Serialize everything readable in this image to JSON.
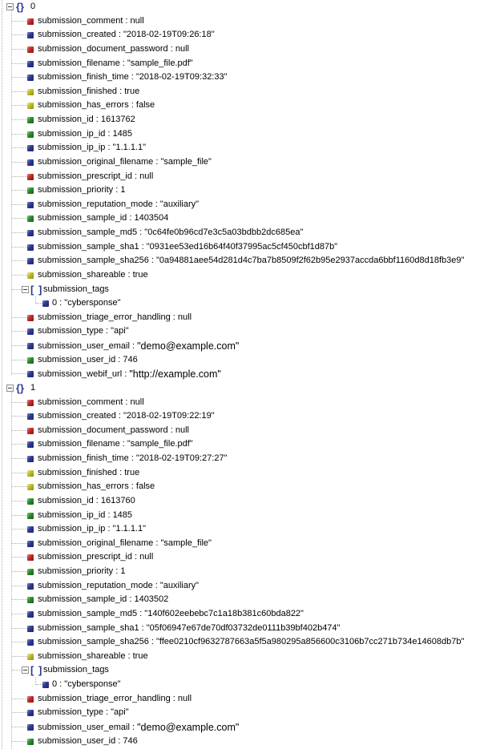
{
  "page": {
    "background": "#ffffff"
  },
  "colors": {
    "string_icon": "#2e3a92",
    "null_icon": "#c22a2a",
    "number_icon": "#2e8b2e",
    "boolean_icon": "#bdbd2a",
    "bracket_icon": "#2b3a8c",
    "tree_line": "#b0b0b0",
    "text": "#000000"
  },
  "icons": {
    "object": "{}",
    "array": "[ ]",
    "toggle": "minus-box"
  },
  "tree": {
    "separator": " : ",
    "nodes": [
      {
        "label": "0",
        "kind": "object",
        "entries": [
          {
            "key": "submission_comment",
            "type": "null",
            "value": "null"
          },
          {
            "key": "submission_created",
            "type": "string",
            "value": "\"2018-02-19T09:26:18\""
          },
          {
            "key": "submission_document_password",
            "type": "null",
            "value": "null"
          },
          {
            "key": "submission_filename",
            "type": "string",
            "value": "\"sample_file.pdf\""
          },
          {
            "key": "submission_finish_time",
            "type": "string",
            "value": "\"2018-02-19T09:32:33\""
          },
          {
            "key": "submission_finished",
            "type": "boolean",
            "value": "true"
          },
          {
            "key": "submission_has_errors",
            "type": "boolean",
            "value": "false"
          },
          {
            "key": "submission_id",
            "type": "number",
            "value": "1613762"
          },
          {
            "key": "submission_ip_id",
            "type": "number",
            "value": "1485"
          },
          {
            "key": "submission_ip_ip",
            "type": "string",
            "value": "\"1.1.1.1\""
          },
          {
            "key": "submission_original_filename",
            "type": "string",
            "value": "\"sample_file\""
          },
          {
            "key": "submission_prescript_id",
            "type": "null",
            "value": "null"
          },
          {
            "key": "submission_priority",
            "type": "number",
            "value": "1"
          },
          {
            "key": "submission_reputation_mode",
            "type": "string",
            "value": "\"auxiliary\""
          },
          {
            "key": "submission_sample_id",
            "type": "number",
            "value": "1403504"
          },
          {
            "key": "submission_sample_md5",
            "type": "string",
            "value": "\"0c64fe0b96cd7e3c5a03bdbb2dc685ea\""
          },
          {
            "key": "submission_sample_sha1",
            "type": "string",
            "value": "\"0931ee53ed16b64f40f37995ac5cf450cbf1d87b\""
          },
          {
            "key": "submission_sample_sha256",
            "type": "string",
            "value": "\"0a94881aee54d281d4c7ba7b8509f2f62b95e2937accda6bbf1160d8d18fb3e9\""
          },
          {
            "key": "submission_shareable",
            "type": "boolean",
            "value": "true"
          },
          {
            "key": "submission_tags",
            "type": "array",
            "children": [
              {
                "key": "0",
                "type": "string",
                "value": "\"cybersponse\""
              }
            ]
          },
          {
            "key": "submission_triage_error_handling",
            "type": "null",
            "value": "null"
          },
          {
            "key": "submission_type",
            "type": "string",
            "value": "\"api\""
          },
          {
            "key": "submission_user_email",
            "type": "string",
            "value": "\"demo@example.com\"",
            "edited": true
          },
          {
            "key": "submission_user_id",
            "type": "number",
            "value": "746"
          },
          {
            "key": "submission_webif_url",
            "type": "string",
            "value": "\"http://example.com\"",
            "edited": true
          }
        ]
      },
      {
        "label": "1",
        "kind": "object",
        "entries": [
          {
            "key": "submission_comment",
            "type": "null",
            "value": "null"
          },
          {
            "key": "submission_created",
            "type": "string",
            "value": "\"2018-02-19T09:22:19\""
          },
          {
            "key": "submission_document_password",
            "type": "null",
            "value": "null"
          },
          {
            "key": "submission_filename",
            "type": "string",
            "value": "\"sample_file.pdf\""
          },
          {
            "key": "submission_finish_time",
            "type": "string",
            "value": "\"2018-02-19T09:27:27\""
          },
          {
            "key": "submission_finished",
            "type": "boolean",
            "value": "true"
          },
          {
            "key": "submission_has_errors",
            "type": "boolean",
            "value": "false"
          },
          {
            "key": "submission_id",
            "type": "number",
            "value": "1613760"
          },
          {
            "key": "submission_ip_id",
            "type": "number",
            "value": "1485"
          },
          {
            "key": "submission_ip_ip",
            "type": "string",
            "value": "\"1.1.1.1\""
          },
          {
            "key": "submission_original_filename",
            "type": "string",
            "value": "\"sample_file\""
          },
          {
            "key": "submission_prescript_id",
            "type": "null",
            "value": "null"
          },
          {
            "key": "submission_priority",
            "type": "number",
            "value": "1"
          },
          {
            "key": "submission_reputation_mode",
            "type": "string",
            "value": "\"auxiliary\""
          },
          {
            "key": "submission_sample_id",
            "type": "number",
            "value": "1403502"
          },
          {
            "key": "submission_sample_md5",
            "type": "string",
            "value": "\"140f602eebebc7c1a18b381c60bda822\""
          },
          {
            "key": "submission_sample_sha1",
            "type": "string",
            "value": "\"05f06947e67de70df03732de0111b39bf402b474\""
          },
          {
            "key": "submission_sample_sha256",
            "type": "string",
            "value": "\"ffee0210cf9632787663a5f5a980295a856600c3106b7cc271b734e14608db7b\""
          },
          {
            "key": "submission_shareable",
            "type": "boolean",
            "value": "true"
          },
          {
            "key": "submission_tags",
            "type": "array",
            "children": [
              {
                "key": "0",
                "type": "string",
                "value": "\"cybersponse\""
              }
            ]
          },
          {
            "key": "submission_triage_error_handling",
            "type": "null",
            "value": "null"
          },
          {
            "key": "submission_type",
            "type": "string",
            "value": "\"api\""
          },
          {
            "key": "submission_user_email",
            "type": "string",
            "value": "\"demo@example.com\"",
            "edited": true
          },
          {
            "key": "submission_user_id",
            "type": "number",
            "value": "746"
          }
        ]
      }
    ]
  }
}
